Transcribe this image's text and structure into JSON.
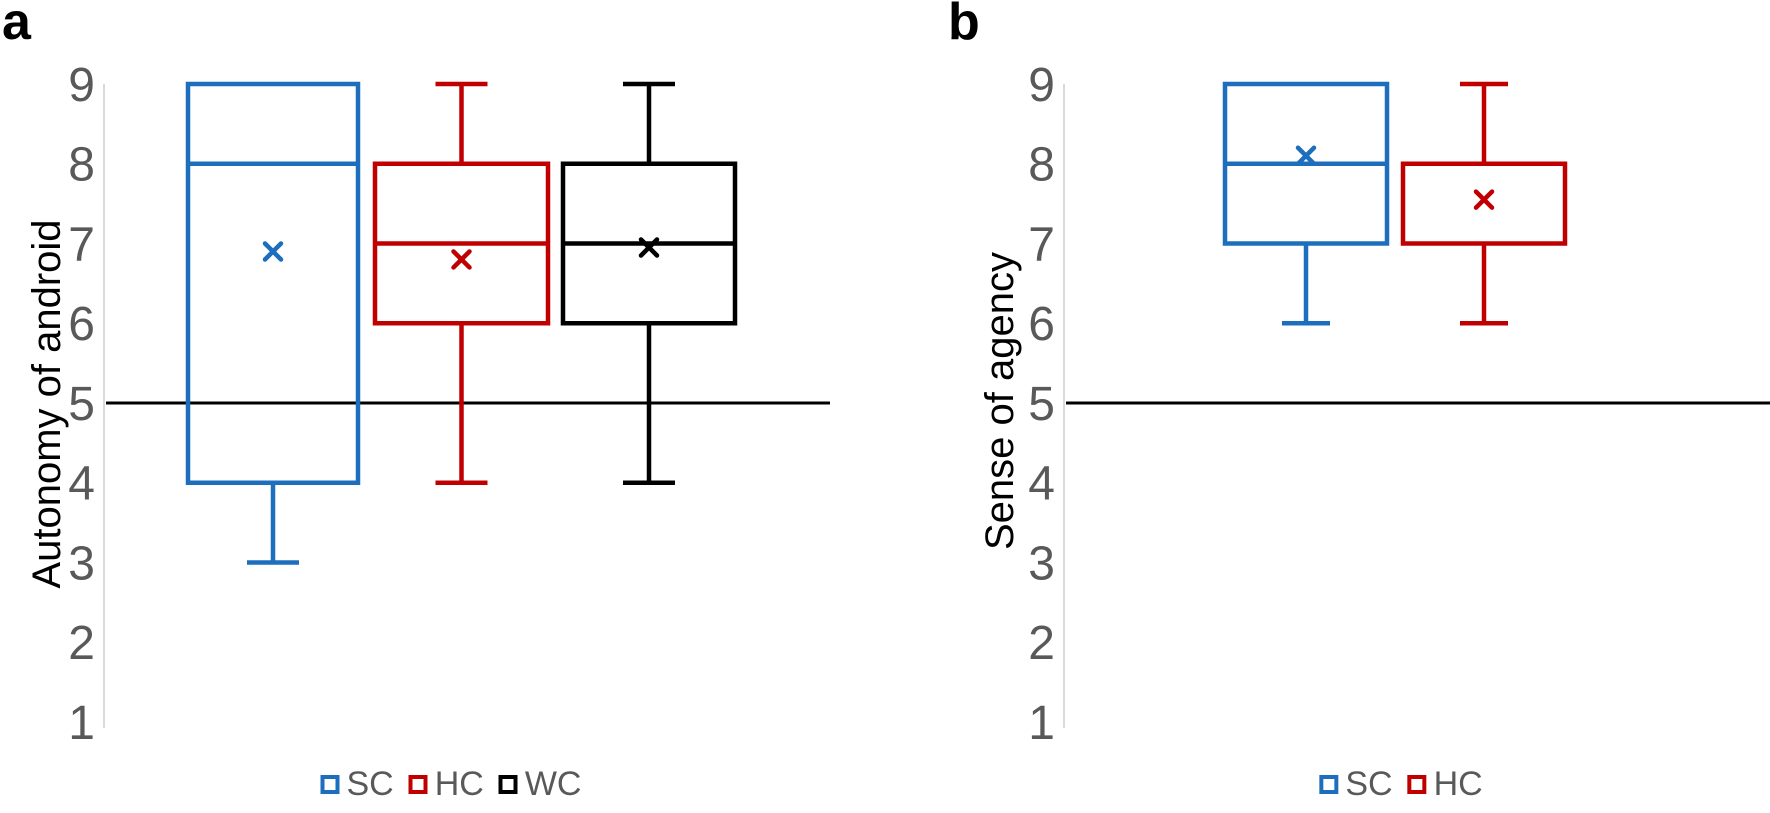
{
  "figure": {
    "background": "#ffffff",
    "tick_text_color": "#595959",
    "axis_line_color": "#d9d9d9",
    "reference_line_color": "#000000",
    "legend_text_color": "#595959"
  },
  "chart_data": [
    {
      "type": "boxplot",
      "panel_letter": "a",
      "ylabel": "Autonomy of android",
      "ylim": [
        1,
        9
      ],
      "yticks": [
        9,
        8,
        7,
        6,
        5,
        4,
        3,
        2,
        1
      ],
      "reference_line_y": 5,
      "grid": false,
      "legend_position": "bottom",
      "series": [
        {
          "name": "SC",
          "color": "#1e6ebe",
          "min": 3,
          "q1": 4,
          "median": 8,
          "q3": 9,
          "max": 9,
          "mean": 6.9
        },
        {
          "name": "HC",
          "color": "#c00000",
          "min": 4,
          "q1": 6,
          "median": 7,
          "q3": 8,
          "max": 9,
          "mean": 6.8
        },
        {
          "name": "WC",
          "color": "#000000",
          "min": 4,
          "q1": 6,
          "median": 7,
          "q3": 8,
          "max": 9,
          "mean": 6.95
        }
      ]
    },
    {
      "type": "boxplot",
      "panel_letter": "b",
      "ylabel": "Sense of agency",
      "ylim": [
        1,
        9
      ],
      "yticks": [
        9,
        8,
        7,
        6,
        5,
        4,
        3,
        2,
        1
      ],
      "reference_line_y": 5,
      "grid": false,
      "legend_position": "bottom",
      "series": [
        {
          "name": "SC",
          "color": "#1e6ebe",
          "min": 6,
          "q1": 7,
          "median": 8,
          "q3": 9,
          "max": 9,
          "mean": 8.1
        },
        {
          "name": "HC",
          "color": "#c00000",
          "min": 6,
          "q1": 7,
          "median": 8,
          "q3": 8,
          "max": 9,
          "mean": 7.55
        }
      ]
    }
  ]
}
